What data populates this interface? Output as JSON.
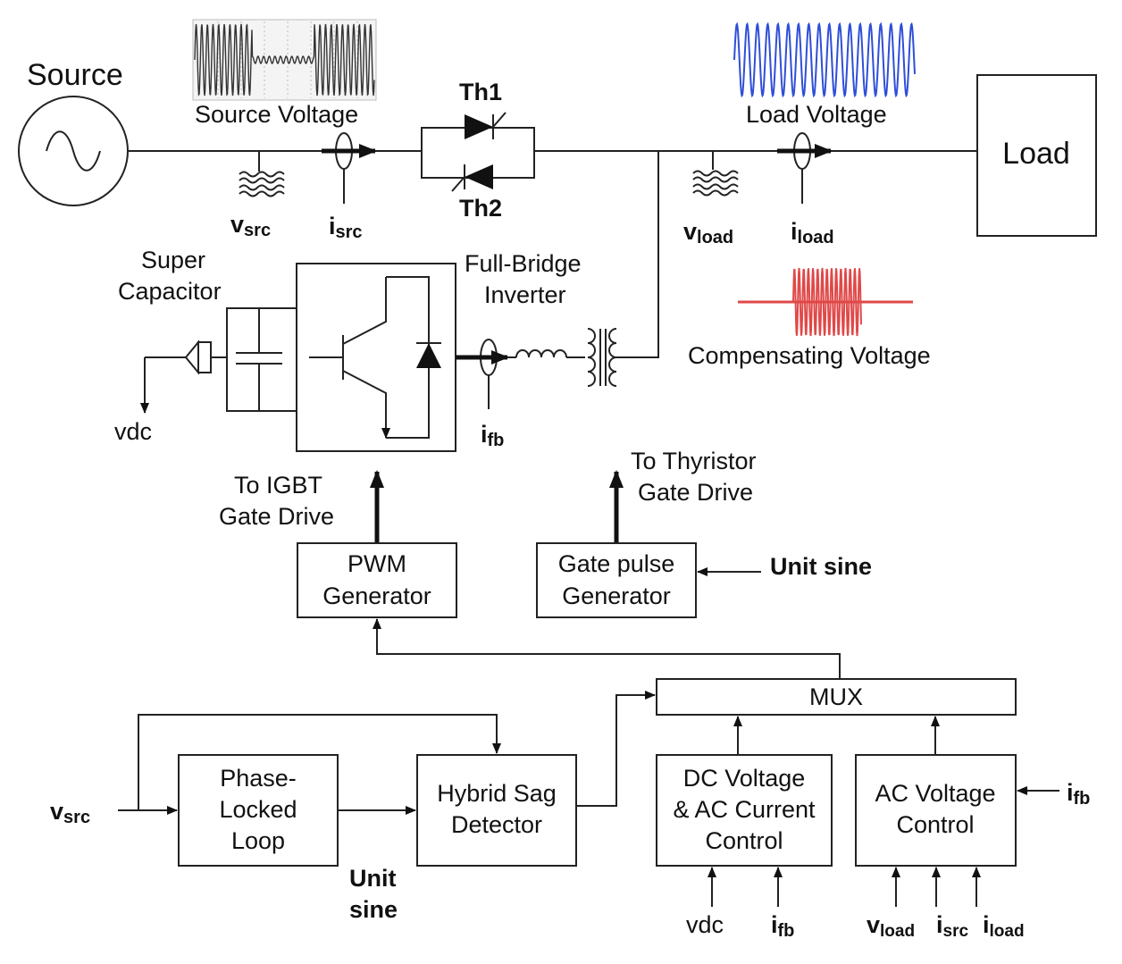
{
  "source": {
    "label": "Source",
    "waveform_label": "Source Voltage"
  },
  "load": {
    "label": "Load",
    "waveform_label": "Load  Voltage"
  },
  "thyristors": {
    "th1": "Th1",
    "th2": "Th2"
  },
  "sensors": {
    "vsrc": {
      "main": "v",
      "sub": "src"
    },
    "isrc": {
      "main": "i",
      "sub": "src"
    },
    "vload": {
      "main": "v",
      "sub": "load"
    },
    "iload": {
      "main": "i",
      "sub": "load"
    },
    "ifb": {
      "main": "i",
      "sub": "fb"
    }
  },
  "supercap": {
    "line1": "Super",
    "line2": "Capacitor",
    "vdc": "vdc"
  },
  "inverter": {
    "line1": "Full-Bridge",
    "line2": "Inverter"
  },
  "compensating": {
    "label": "Compensating Voltage"
  },
  "gate_drive": {
    "igbt_line1": "To IGBT",
    "igbt_line2": "Gate Drive",
    "thy_line1": "To Thyristor",
    "thy_line2": "Gate Drive"
  },
  "blocks": {
    "pwm": {
      "line1": "PWM",
      "line2": "Generator"
    },
    "gate_pulse": {
      "line1": "Gate pulse",
      "line2": "Generator"
    },
    "mux": {
      "label": "MUX"
    },
    "pll": {
      "line1": "Phase-",
      "line2": "Locked",
      "line3": "Loop"
    },
    "sag": {
      "line1": "Hybrid Sag",
      "line2": "Detector"
    },
    "dc_ctrl": {
      "line1": "DC Voltage",
      "line2": "& AC Current",
      "line3": "Control"
    },
    "ac_ctrl": {
      "line1": "AC Voltage",
      "line2": "Control"
    }
  },
  "signals": {
    "unit_sine_gate": "Unit sine",
    "unit_sine_pll_1": "Unit",
    "unit_sine_pll_2": "sine",
    "vdc_in": "vdc",
    "vsrc_in": {
      "main": "v",
      "sub": "src"
    },
    "ifb_dc": {
      "main": "i",
      "sub": "fb"
    },
    "ifb_ac": {
      "main": "i",
      "sub": "fb"
    },
    "vload_in": {
      "main": "v",
      "sub": "load"
    },
    "isrc_in": {
      "main": "i",
      "sub": "src"
    },
    "iload_in": {
      "main": "i",
      "sub": "load"
    }
  },
  "colors": {
    "load_wave": "#2f4fd8",
    "comp_wave": "#e04848",
    "source_wave": "#333333"
  }
}
